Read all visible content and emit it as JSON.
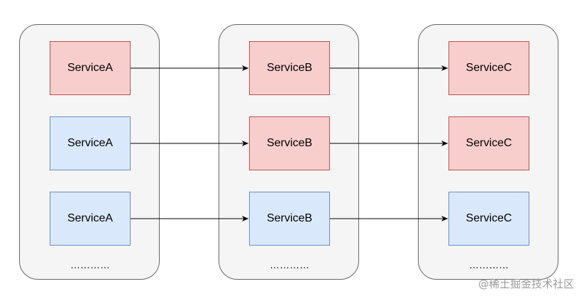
{
  "groups": [
    {
      "nodes": [
        {
          "label": "ServiceA",
          "color": "red"
        },
        {
          "label": "ServiceA",
          "color": "blue"
        },
        {
          "label": "ServiceA",
          "color": "blue"
        }
      ],
      "more": "…………"
    },
    {
      "nodes": [
        {
          "label": "ServiceB",
          "color": "red"
        },
        {
          "label": "ServiceB",
          "color": "red"
        },
        {
          "label": "ServiceB",
          "color": "blue"
        }
      ],
      "more": "…………"
    },
    {
      "nodes": [
        {
          "label": "ServiceC",
          "color": "red"
        },
        {
          "label": "ServiceC",
          "color": "red"
        },
        {
          "label": "ServiceC",
          "color": "blue"
        }
      ],
      "more": "…………"
    }
  ],
  "colors": {
    "red_fill": "#f8cecc",
    "red_border": "#b85450",
    "blue_fill": "#dae8fc",
    "blue_border": "#6c8ebf",
    "group_fill": "#f5f5f5"
  },
  "watermark": "@稀土掘金技术社区"
}
